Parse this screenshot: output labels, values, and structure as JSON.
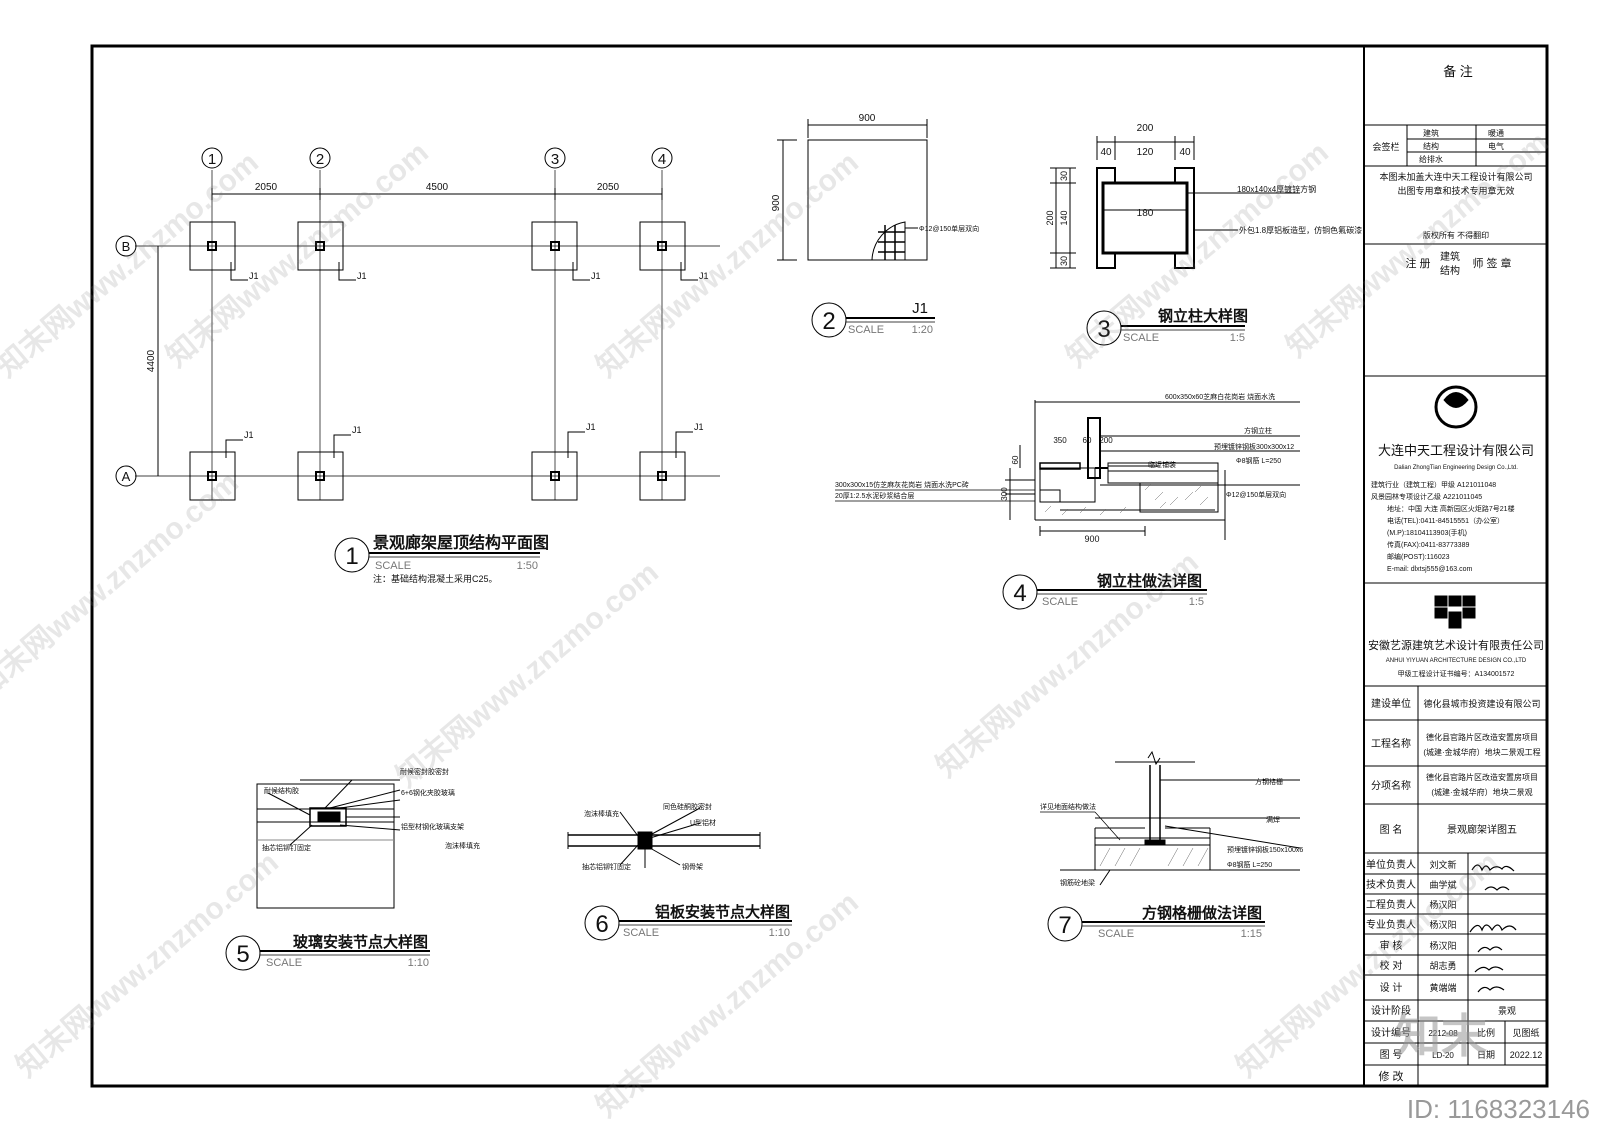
{
  "drawings": {
    "d1": {
      "num": "1",
      "title": "景观廊架屋顶结构平面图",
      "scale_word": "SCALE",
      "scale": "1:50",
      "note": "注：基础结构混凝土采用C25。",
      "axes": [
        "1",
        "2",
        "3",
        "4",
        "B",
        "A"
      ],
      "dims": [
        "2050",
        "4500",
        "2050",
        "4400"
      ],
      "tag": "J1"
    },
    "d2": {
      "num": "2",
      "title": "J1",
      "scale_word": "SCALE",
      "scale": "1:20",
      "dim_w": "900",
      "dim_h": "900",
      "rebar": "Φ12@150单层双向"
    },
    "d3": {
      "num": "3",
      "title": "钢立柱大样图",
      "scale_word": "SCALE",
      "scale": "1:5",
      "dims": [
        "200",
        "40",
        "120",
        "40",
        "30",
        "140",
        "30",
        "200",
        "180"
      ],
      "notes": [
        "180x140x4厚镀锌方钢",
        "外包1.8厚铝板造型，仿铜色氟碳漆"
      ]
    },
    "d4": {
      "num": "4",
      "title": "钢立柱做法详图",
      "scale_word": "SCALE",
      "scale": "1:5",
      "notes": [
        "600x350x60芝麻白花岗岩 烧面水洗",
        "方钢立柱",
        "预埋镀锌钢板300x300x12",
        "Φ8钢筋 L=250",
        "临近铺装",
        "Φ12@150单层双向",
        "300x300x15仿芝麻灰花岗岩 烧面水洗PC砖",
        "20厚1:2.5水泥砂浆结合层"
      ],
      "dims": [
        "350",
        "60",
        "200",
        "60",
        "300",
        "900"
      ]
    },
    "d5": {
      "num": "5",
      "title": "玻璃安装节点大样图",
      "scale_word": "SCALE",
      "scale": "1:10",
      "notes": [
        "耐候密封胶密封",
        "耐候结构胶",
        "6+6钢化夹胶玻璃",
        "铝型材钢化玻璃支架",
        "抽芯铝铆钉固定",
        "泡沫棒填充"
      ]
    },
    "d6": {
      "num": "6",
      "title": "铝板安装节点大样图",
      "scale_word": "SCALE",
      "scale": "1:10",
      "notes": [
        "泡沫棒填充",
        "同色硅酮胶密封",
        "U型铝材",
        "抽芯铝铆钉固定",
        "钢骨架"
      ]
    },
    "d7": {
      "num": "7",
      "title": "方钢格栅做法详图",
      "scale_word": "SCALE",
      "scale": "1:15",
      "notes": [
        "方钢格栅",
        "详见地面结构做法",
        "满焊",
        "预埋镀锌钢板150x100x6",
        "Φ8钢筋 L=250",
        "钢筋砼地梁"
      ]
    }
  },
  "titleblock": {
    "remarks": "备 注",
    "countersign": "会签栏",
    "sign_items": [
      "建筑",
      "暖通",
      "结构",
      "电气",
      "给排水"
    ],
    "stamp_note": [
      "本图未加盖大连中天工程设计有限公司",
      "出图专用章和技术专用章无效"
    ],
    "copyright": "版权所有 不得翻印",
    "reg_arch": "注 册",
    "reg_mid": [
      "建筑",
      "结构"
    ],
    "reg_end": "师 签 章",
    "company1": "大连中天工程设计有限公司",
    "company1_en": "Dalian ZhongTian Engineering Design Co.,Ltd.",
    "company1_info": [
      "建筑行业（建筑工程）甲级      A121011048",
      "风景园林专项设计乙级          A221011045",
      "地址：中国 大连 高新园区火炬路7号21楼",
      "电话(TEL):0411-84515551（办公室）",
      "(M.P):18104113903(手机)",
      "传真(FAX):0411-83773389",
      "邮编(POST):116023",
      "E-mail: dlxtsj555@163.com"
    ],
    "company2": "安徽艺源建筑艺术设计有限责任公司",
    "company2_en": "ANHUI YIYUAN ARCHITECTURE DESIGN CO.,LTD",
    "company2_cert": "甲级工程设计证书编号：A134001572",
    "rows": [
      {
        "label": "建设单位",
        "value": "德化县城市投资建设有限公司"
      },
      {
        "label": "工程名称",
        "value": "德化县官路片区改造安置房项目\n(城建·金城华府）地块二景观工程"
      },
      {
        "label": "分项名称",
        "value": "德化县官路片区改造安置房项目\n(城建·金城华府）地块二景观"
      },
      {
        "label": "图    名",
        "value": "景观廊架详图五"
      }
    ],
    "people": [
      {
        "role": "单位负责人",
        "name": "刘文新"
      },
      {
        "role": "技术负责人",
        "name": "曲学斌"
      },
      {
        "role": "工程负责人",
        "name": "杨汉阳"
      },
      {
        "role": "专业负责人",
        "name": "杨汉阳"
      },
      {
        "role": "审    核",
        "name": "杨汉阳"
      },
      {
        "role": "校    对",
        "name": "胡志勇"
      },
      {
        "role": "设    计",
        "name": "黄端端"
      }
    ],
    "stage": {
      "label": "设计阶段",
      "value": "景观"
    },
    "number": {
      "label": "设计编号",
      "v1": "2212-08",
      "v2": "比例",
      "v3": "见图纸"
    },
    "sheet": {
      "label": "图    号",
      "v1": "LD-20",
      "v2": "日期",
      "v3": "2022.12"
    },
    "revise": "修 改"
  },
  "overlay": {
    "watermark": "知末网www.znzmo.com",
    "brand": "知末",
    "id": "ID: 1168323146"
  }
}
